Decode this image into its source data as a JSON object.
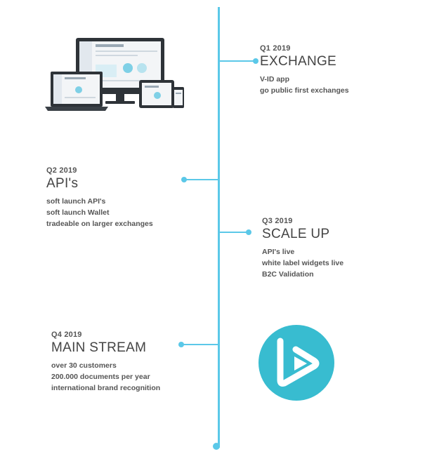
{
  "timeline": {
    "milestones": [
      {
        "quarter": "Q1 2019",
        "title": "EXCHANGE",
        "items": [
          "V-ID app",
          "go public first exchanges"
        ]
      },
      {
        "quarter": "Q2 2019",
        "title": "API's",
        "items": [
          "soft launch API's",
          "soft launch Wallet",
          "tradeable on larger exchanges"
        ]
      },
      {
        "quarter": "Q3 2019",
        "title": "SCALE UP",
        "items": [
          "API's live",
          "white label widgets live",
          "B2C Validation"
        ]
      },
      {
        "quarter": "Q4 2019",
        "title": "MAIN STREAM",
        "items": [
          "over 30 customers",
          "200.000 documents per year",
          "international brand recognition"
        ]
      }
    ]
  },
  "colors": {
    "line": "#5bc8e8",
    "logo": "#38bcd0",
    "text": "#555555"
  },
  "icons": {
    "devices": "responsive-devices-illustration",
    "logo": "v-id-play-logo"
  }
}
